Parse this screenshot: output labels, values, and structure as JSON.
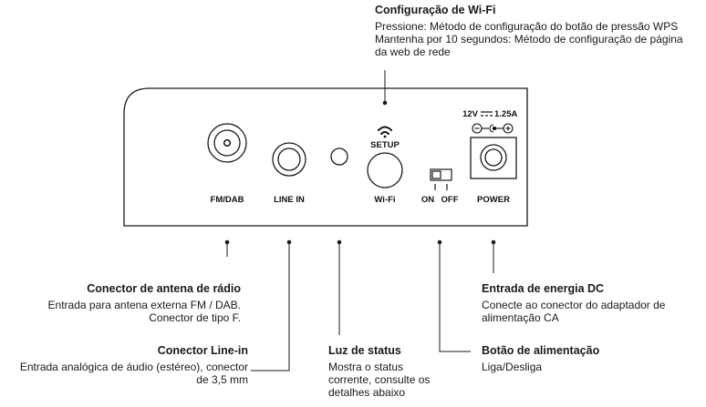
{
  "callouts": {
    "wifi": {
      "title": "Configuração de Wi-Fi",
      "desc": "Pressione: Método de configuração do botão de pressão WPS Mantenha por 10 segundos: Método de configuração de página da web de rede"
    },
    "antenna": {
      "title": "Conector de antena de rádio",
      "desc": "Entrada para antena externa FM / DAB. Conector de tipo F."
    },
    "linein": {
      "title": "Conector Line-in",
      "desc": "Entrada analógica de áudio (estéreo), conector de 3,5 mm"
    },
    "status": {
      "title": "Luz de status",
      "desc": "Mostra o status corrente, consulte os detalhes abaixo"
    },
    "power_button": {
      "title": "Botão de alimentação",
      "desc": "Liga/Desliga"
    },
    "dc_input": {
      "title": "Entrada de energia DC",
      "desc": "Conecte ao conector do adaptador de alimentação CA"
    }
  },
  "panel": {
    "fm_dab_label": "FM/DAB",
    "line_in_label": "LINE IN",
    "setup_label": "SETUP",
    "wifi_label": "Wi-Fi",
    "on_label": "ON",
    "off_label": "OFF",
    "power_label": "POWER",
    "voltage_label": "12V",
    "current_label": "1.25A"
  }
}
